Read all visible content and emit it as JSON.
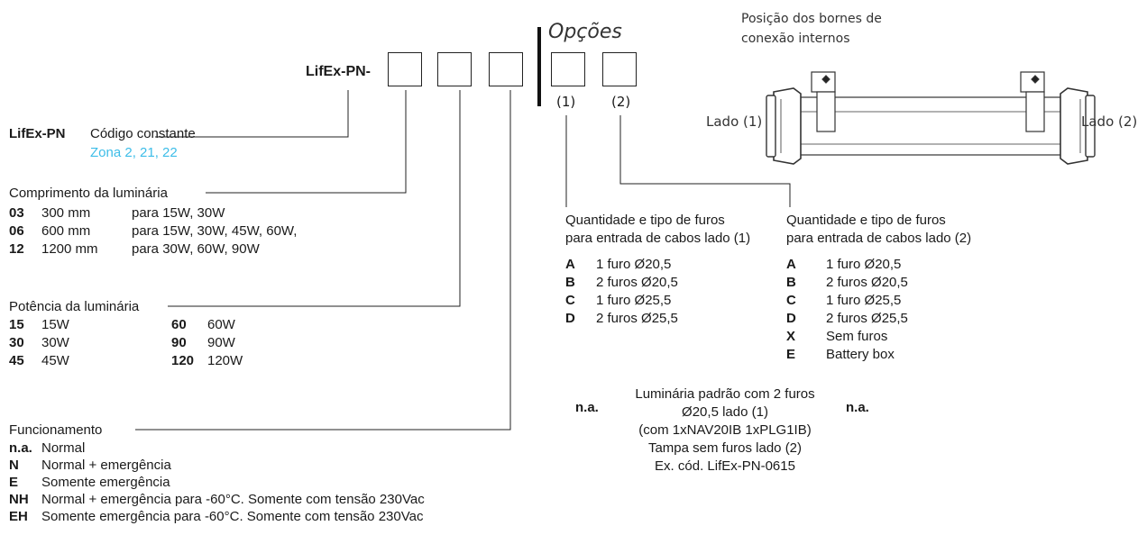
{
  "header": {
    "product_code_prefix": "LifEx-PN-",
    "options_label": "Opções",
    "option_1_marker": "(1)",
    "option_2_marker": "(2)"
  },
  "constant": {
    "code": "LifEx-PN",
    "label": "Código constante",
    "zones": "Zona 2, 21, 22"
  },
  "length": {
    "title": "Comprimento da luminária",
    "rows": [
      {
        "code": "03",
        "size": "300 mm",
        "powers": "para 15W, 30W"
      },
      {
        "code": "06",
        "size": "600 mm",
        "powers": "para 15W, 30W, 45W, 60W,"
      },
      {
        "code": "12",
        "size": "1200 mm",
        "powers": "para 30W, 60W, 90W"
      }
    ]
  },
  "power": {
    "title": "Potência da luminária",
    "col1": [
      {
        "code": "15",
        "value": "15W"
      },
      {
        "code": "30",
        "value": "30W"
      },
      {
        "code": "45",
        "value": "45W"
      }
    ],
    "col2": [
      {
        "code": "60",
        "value": "60W"
      },
      {
        "code": "90",
        "value": "90W"
      },
      {
        "code": "120",
        "value": "120W"
      }
    ]
  },
  "operation": {
    "title": "Funcionamento",
    "rows": [
      {
        "code": "n.a.",
        "desc": "Normal"
      },
      {
        "code": "N",
        "desc": "Normal + emergência"
      },
      {
        "code": "E",
        "desc": "Somente emergência"
      },
      {
        "code": "NH",
        "desc": "Normal + emergência para -60°C. Somente com tensão 230Vac"
      },
      {
        "code": "EH",
        "desc": "Somente emergência para -60°C. Somente com tensão 230Vac"
      }
    ]
  },
  "side1": {
    "title_line1": "Quantidade e tipo de furos",
    "title_line2": "para entrada de cabos lado (1)",
    "rows": [
      {
        "code": "A",
        "desc": "1 furo Ø20,5"
      },
      {
        "code": "B",
        "desc": "2 furos Ø20,5"
      },
      {
        "code": "C",
        "desc": "1 furo Ø25,5"
      },
      {
        "code": "D",
        "desc": "2 furos Ø25,5"
      }
    ]
  },
  "side2": {
    "title_line1": "Quantidade e tipo de furos",
    "title_line2": "para entrada de cabos lado (2)",
    "rows": [
      {
        "code": "A",
        "desc": "1 furo Ø20,5"
      },
      {
        "code": "B",
        "desc": "2 furos Ø20,5"
      },
      {
        "code": "C",
        "desc": "1 furo Ø25,5"
      },
      {
        "code": "D",
        "desc": "2 furos Ø25,5"
      },
      {
        "code": "X",
        "desc": "Sem furos"
      },
      {
        "code": "E",
        "desc": "Battery box"
      }
    ]
  },
  "default_note": {
    "na_left": "n.a.",
    "na_right": "n.a.",
    "lines": [
      "Luminária padrão com 2 furos",
      "Ø20,5 lado (1)",
      "(com 1xNAV20IB 1xPLG1IB)",
      "Tampa sem furos lado (2)",
      "Ex. cód. LifEx-PN-0615"
    ]
  },
  "luminaire": {
    "terminals_line1": "Posição dos bornes de",
    "terminals_line2": "conexão internos",
    "side_left": "Lado (1)",
    "side_right": "Lado (2)"
  },
  "colors": {
    "zone_text": "#3dbde8",
    "lines": "#222222"
  }
}
